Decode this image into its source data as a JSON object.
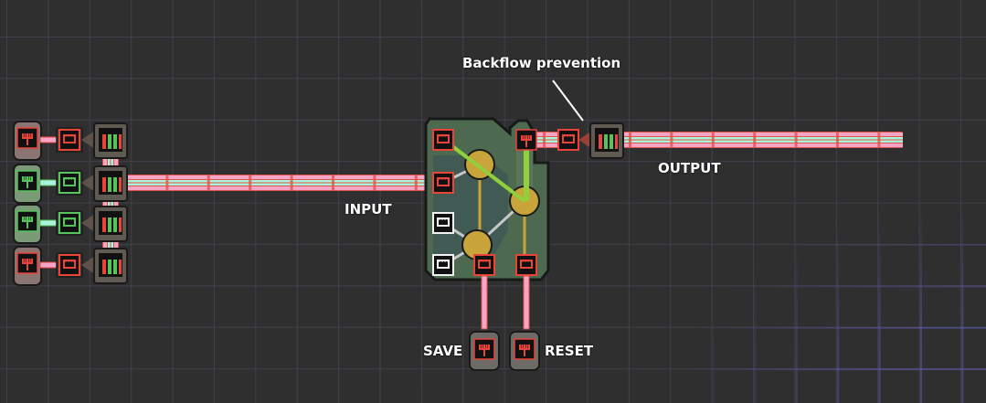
{
  "scene": {
    "labels": {
      "backflow": "Backflow prevention",
      "input": "INPUT",
      "output": "OUTPUT",
      "save": "SAVE",
      "reset": "RESET"
    },
    "colors": {
      "background": "#2f2f30",
      "wire_pink": "#f5a6c6",
      "wire_cyan": "#a8f5dc",
      "wire_outline": "#e0524a",
      "signal_red": "#e8443a",
      "signal_green": "#56c45a",
      "gate_body": "#4d6a50",
      "gate_node": "#c9a43a",
      "active_wire": "#8ed13a"
    },
    "left_switches": [
      {
        "state": "red"
      },
      {
        "state": "green"
      },
      {
        "state": "green"
      },
      {
        "state": "red"
      }
    ],
    "memory_block": {
      "ports": [
        {
          "role": "input-top",
          "state": "red"
        },
        {
          "role": "input-mid",
          "state": "red"
        },
        {
          "role": "unused-1",
          "state": "white"
        },
        {
          "role": "unused-2",
          "state": "white"
        },
        {
          "role": "save-port",
          "state": "red"
        },
        {
          "role": "reset-port",
          "state": "red"
        },
        {
          "role": "output-port",
          "state": "red"
        }
      ]
    },
    "buttons": [
      {
        "name": "save",
        "state": "red"
      },
      {
        "name": "reset",
        "state": "red"
      }
    ]
  }
}
